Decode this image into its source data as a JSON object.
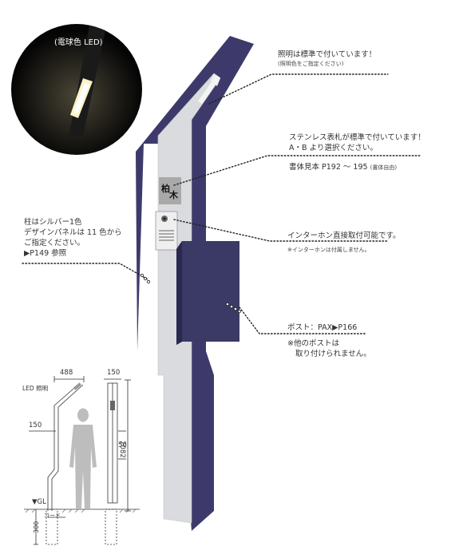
{
  "inset": {
    "caption": "(電球色 LED)"
  },
  "nameplate": {
    "char1": "柏",
    "char2": "木"
  },
  "callouts": {
    "lighting": {
      "line1": "照明は標準で付いています！",
      "note": "(照明色をご指定ください)"
    },
    "nameplate": {
      "line1": "ステンレス表札が標準で付いています！",
      "line2": "A・B より選択ください。",
      "line3": "書体見本 P192 ～ 195",
      "note": "(書体自由)"
    },
    "intercom": {
      "line1": "インターホン直接取付可能です。",
      "note": "※インターホンは付属しません。"
    },
    "post": {
      "line1": "ポスト：PAX▶P166",
      "line2": "※他のポストは",
      "line3": "取り付けられません。"
    },
    "pillar": {
      "line1": "柱はシルバー1色",
      "line2": "デザインパネルは 11 色から",
      "line3": "ご指定ください。",
      "line4": "▶P149 参照"
    }
  },
  "dimensions": {
    "width_top": "488",
    "width_side": "150",
    "led_label": "LED 照明",
    "offset": "150",
    "inner": "50",
    "height": "2082",
    "ground": "▼GL",
    "cord": "コード",
    "depth": "300"
  },
  "colors": {
    "panel": "#3d3a6b",
    "pillar": "#d7d9dc",
    "post": "#3b3965"
  }
}
